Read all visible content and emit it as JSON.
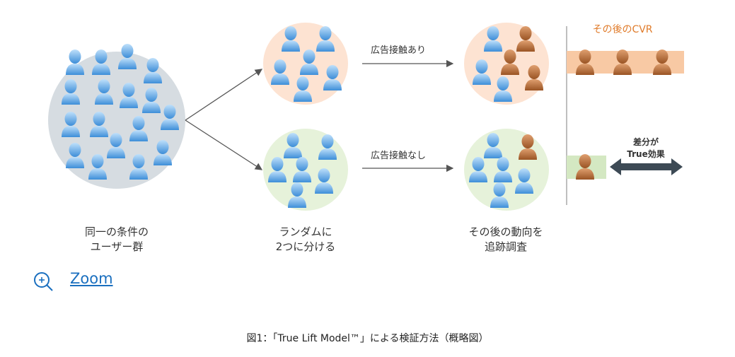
{
  "diagram": {
    "branch_top_label": "広告接触あり",
    "branch_bottom_label": "広告接触なし",
    "cvr_header": "その後のCVR",
    "diff_line1": "差分が",
    "diff_line2": "True効果",
    "step1_line1": "同一の条件の",
    "step1_line2": "ユーザー群",
    "step2_line1": "ランダムに",
    "step2_line2": "2つに分ける",
    "step3_line1": "その後の動向を",
    "step3_line2": "追跡調査",
    "colors": {
      "blue_person": "#5aa6e6",
      "brown_person": "#b86a35",
      "gray_circle": "#d6dce1",
      "orange_blob": "#fde3d2",
      "green_blob": "#e6f2da",
      "orange_band": "#f8c9a4",
      "green_band": "#d4e8c2",
      "arrow": "#3d4a55",
      "cvr_text": "#e07b2a"
    }
  },
  "zoom": {
    "label": "Zoom",
    "icon": "zoom-in-icon"
  },
  "caption": "図1：「True Lift Model™」による検証方法（概略図）"
}
